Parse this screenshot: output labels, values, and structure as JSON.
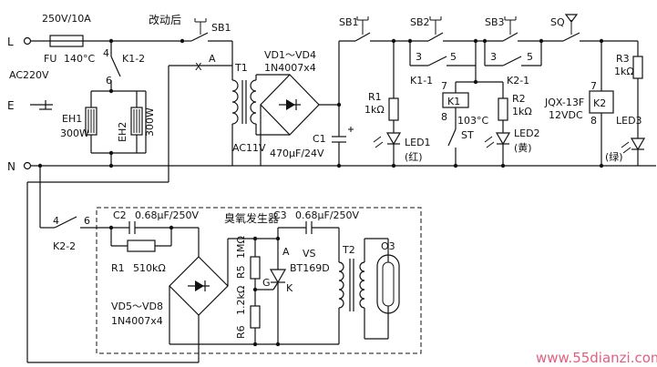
{
  "labels": {
    "terminal_l": "L",
    "terminal_e": "E",
    "terminal_n": "N",
    "ac": "AC220V",
    "fuse_rating": "250V/10A",
    "fu": "FU",
    "fu_temp": "140°C",
    "modified": "改动后",
    "sb1_top": "SB1",
    "k1_2": "K1-2",
    "node4a": "4",
    "node6a": "6",
    "x": "X",
    "a": "A",
    "t1": "T1",
    "vd_range": "VD1～VD4",
    "vd_part": "1N4007x4",
    "ac11v": "AC11V",
    "c1": "C1",
    "c1_val": "470μF/24V",
    "eh1": "EH1",
    "eh1_w": "300W",
    "eh2": "EH2",
    "eh2_w": "300W",
    "sb1_right": "SB1",
    "sb2": "SB2",
    "sb3": "SB3",
    "sq": "SQ",
    "k1_n3": "3",
    "k1_n5": "5",
    "k1_1": "K1-1",
    "k1_n7": "7",
    "k1": "K1",
    "k1_n8": "8",
    "k2_n3": "3",
    "k2_n5": "5",
    "k2_1": "K2-1",
    "r1": "R1",
    "r1_val": "1kΩ",
    "led1": "LED1",
    "led1_color": "(红)",
    "st_temp": "103°C",
    "st": "ST",
    "r2": "R2",
    "r2_val": "1kΩ",
    "led2": "LED2",
    "led2_color": "(黄)",
    "jqx": "JQX-13F",
    "jqx_v": "12VDC",
    "k2_n7": "7",
    "k2": "K2",
    "k2_n8": "8",
    "r3": "R3",
    "r3_val": "1kΩ",
    "led3": "LED3",
    "led3_color": "(绿)",
    "k2_2_n4": "4",
    "k2_2_n6": "6",
    "k2_2": "K2-2",
    "c2": "C2",
    "c2_val": "0.68μF/250V",
    "ozone": "臭氧发生器",
    "c3": "C3",
    "c3_val": "0.68μF/250V",
    "r5": "R5",
    "r5_val": "1MΩ",
    "vs_a": "A",
    "vs": "VS",
    "vs_part": "BT169D",
    "vs_g": "G",
    "vs_k": "K",
    "t2": "T2",
    "o3": "O3",
    "r1b": "R1",
    "r1b_val": "510kΩ",
    "vd5_8": "VD5～VD8",
    "vd5_part": "1N4007x4",
    "r6": "R6",
    "r6_val": "1.2kΩ",
    "watermark": "www.55dianzi.com"
  }
}
